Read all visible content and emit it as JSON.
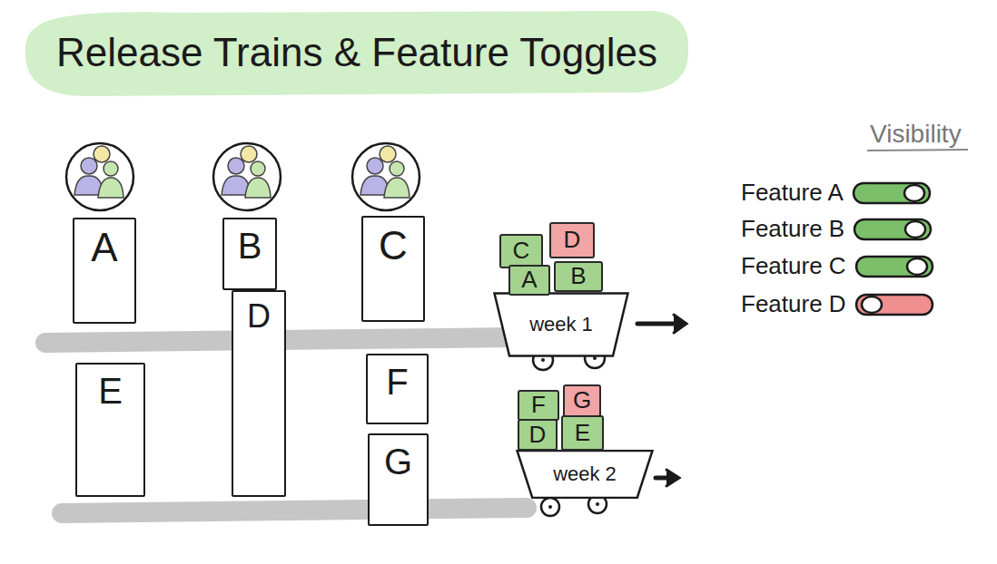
{
  "diagram": {
    "title": "Release Trains & Feature Toggles",
    "nodes": [
      {
        "text": [
          "A"
        ]
      },
      {
        "text": [
          "B"
        ]
      },
      {
        "text": [
          "C"
        ]
      },
      {
        "text": [
          "D"
        ]
      },
      {
        "text": [
          "E"
        ]
      },
      {
        "text": [
          "F"
        ]
      },
      {
        "text": [
          "G"
        ]
      },
      {
        "text": [
          "C"
        ]
      },
      {
        "text": [
          "D"
        ]
      },
      {
        "text": [
          "A"
        ]
      },
      {
        "text": [
          "B"
        ]
      },
      {
        "text": [
          "week 1"
        ]
      },
      {
        "text": [
          "F"
        ]
      },
      {
        "text": [
          "G"
        ]
      },
      {
        "text": [
          "D"
        ]
      },
      {
        "text": [
          "E"
        ]
      },
      {
        "text": [
          "week 2"
        ]
      }
    ],
    "labels": [
      "Visibility"
    ],
    "legend": [
      {
        "text": "Feature A",
        "color": "#7cbf6a"
      },
      {
        "text": "Feature B",
        "color": "#7cbf6a"
      },
      {
        "text": "Feature C",
        "color": "#7cbf6a"
      },
      {
        "text": "Feature D",
        "color": "#ef8f8f"
      }
    ]
  }
}
